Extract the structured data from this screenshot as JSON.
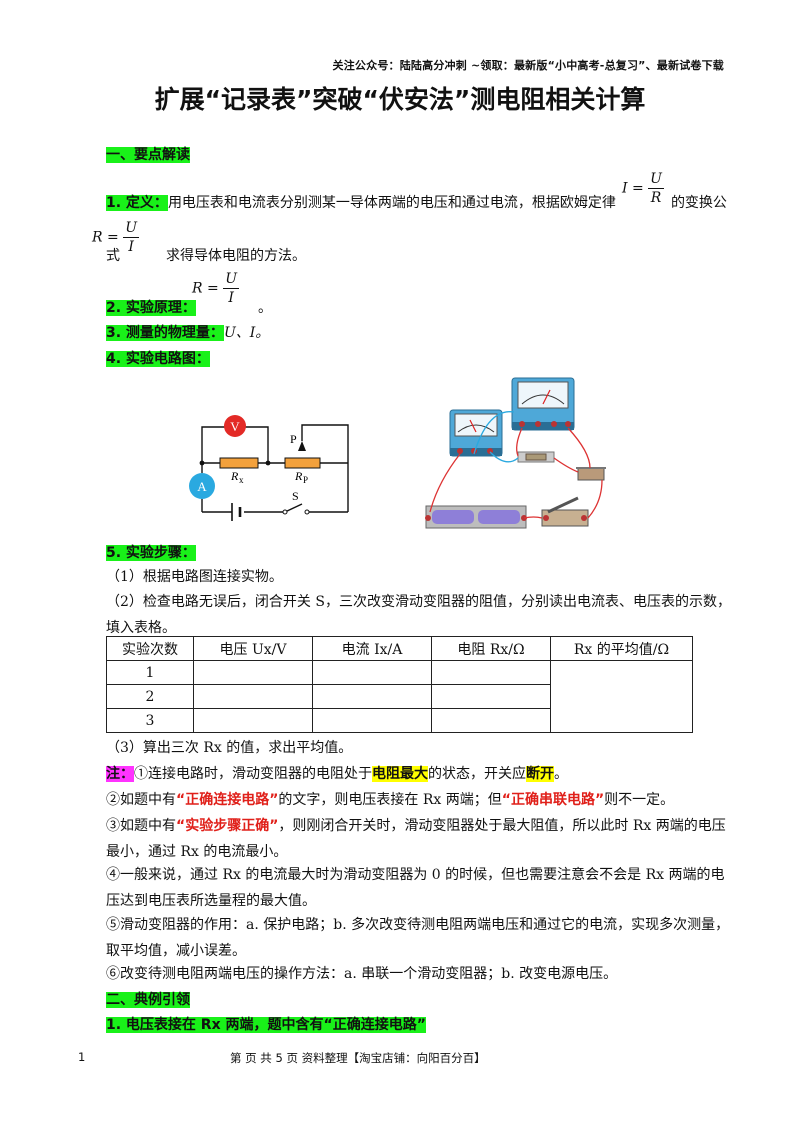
{
  "header": {
    "note": "关注公众号：陆陆高分冲刺  ~领取：最新版“小中高考-总复习”、最新试卷下载"
  },
  "title": "扩展“记录表”突破“伏安法”测电阻相关计算",
  "section1": {
    "heading": "一、要点解读"
  },
  "definition": {
    "label": "1. 定义：",
    "text": "用电压表和电流表分别测某一导体两端的电压和通过电流，根据欧姆定律",
    "text2": "的变换公",
    "cont": "式",
    "text3": "求得导体电阻的方法。"
  },
  "formula_I": {
    "lhs": "I",
    "num": "U",
    "den": "R"
  },
  "formula_R": {
    "lhs": "R",
    "num": "U",
    "den": "I"
  },
  "principle": {
    "label": "2. 实验原理：",
    "tail": "。"
  },
  "measured": {
    "label": "3. 测量的物理量：",
    "value": "U、I。"
  },
  "circuit": {
    "label": "4. 实验电路图：",
    "voltmeter": "V",
    "ammeter": "A",
    "rx_label": "R",
    "rx_sub": "x",
    "rp_label": "R",
    "rp_sub": "P",
    "p_label": "P",
    "switch_label": "S"
  },
  "steps": {
    "label": "5. 实验步骤：",
    "s1": "（1）根据电路图连接实物。",
    "s2": "（2）检查电路无误后，闭合开关 S，三次改变滑动变阻器的阻值，分别读出电流表、电压表的示数，填入表格。",
    "s3": "（3）算出三次 Rx 的值，求出平均值。"
  },
  "table": {
    "headers": [
      "实验次数",
      "电压 Ux/V",
      "电流 Ix/A",
      "电阻 Rx/Ω",
      "Rx 的平均值/Ω"
    ],
    "rows": [
      "1",
      "2",
      "3"
    ]
  },
  "notes": {
    "label": "注：",
    "n1a": "①连接电路时，滑动变阻器的电阻处于",
    "n1hl": "电阻最大",
    "n1b": "的状态，开关应",
    "n1hl2": "断开",
    "n1c": "。",
    "n2a": "②如题中有",
    "n2r": "“正确连接电路”",
    "n2b": "的文字，则电压表接在 Rx 两端；但",
    "n2r2": "“正确串联电路”",
    "n2c": "则不一定。",
    "n3a": "③如题中有",
    "n3r": "“实验步骤正确”",
    "n3b": "，则刚闭合开关时，滑动变阻器处于最大阻值，所以此时 Rx 两端的电压最小，通过 Rx 的电流最小。",
    "n4": "④一般来说，通过 Rx 的电流最大时为滑动变阻器为 0 的时候，但也需要注意会不会是 Rx 两端的电压达到电压表所选量程的最大值。",
    "n5": "⑤滑动变阻器的作用：a. 保护电路；b. 多次改变待测电阻两端电压和通过它的电流，实现多次测量，取平均值，减小误差。",
    "n6": "⑥改变待测电阻两端电压的操作方法：a. 串联一个滑动变阻器；b. 改变电源电压。"
  },
  "section2": {
    "heading": "二、典例引领"
  },
  "example1": {
    "label": "1. 电压表接在 Rx 两端，题中含有“正确连接电路”"
  },
  "footer": {
    "page_num": "1",
    "center": "第  页  共 5 页    资料整理【淘宝店铺：向阳百分百】"
  }
}
